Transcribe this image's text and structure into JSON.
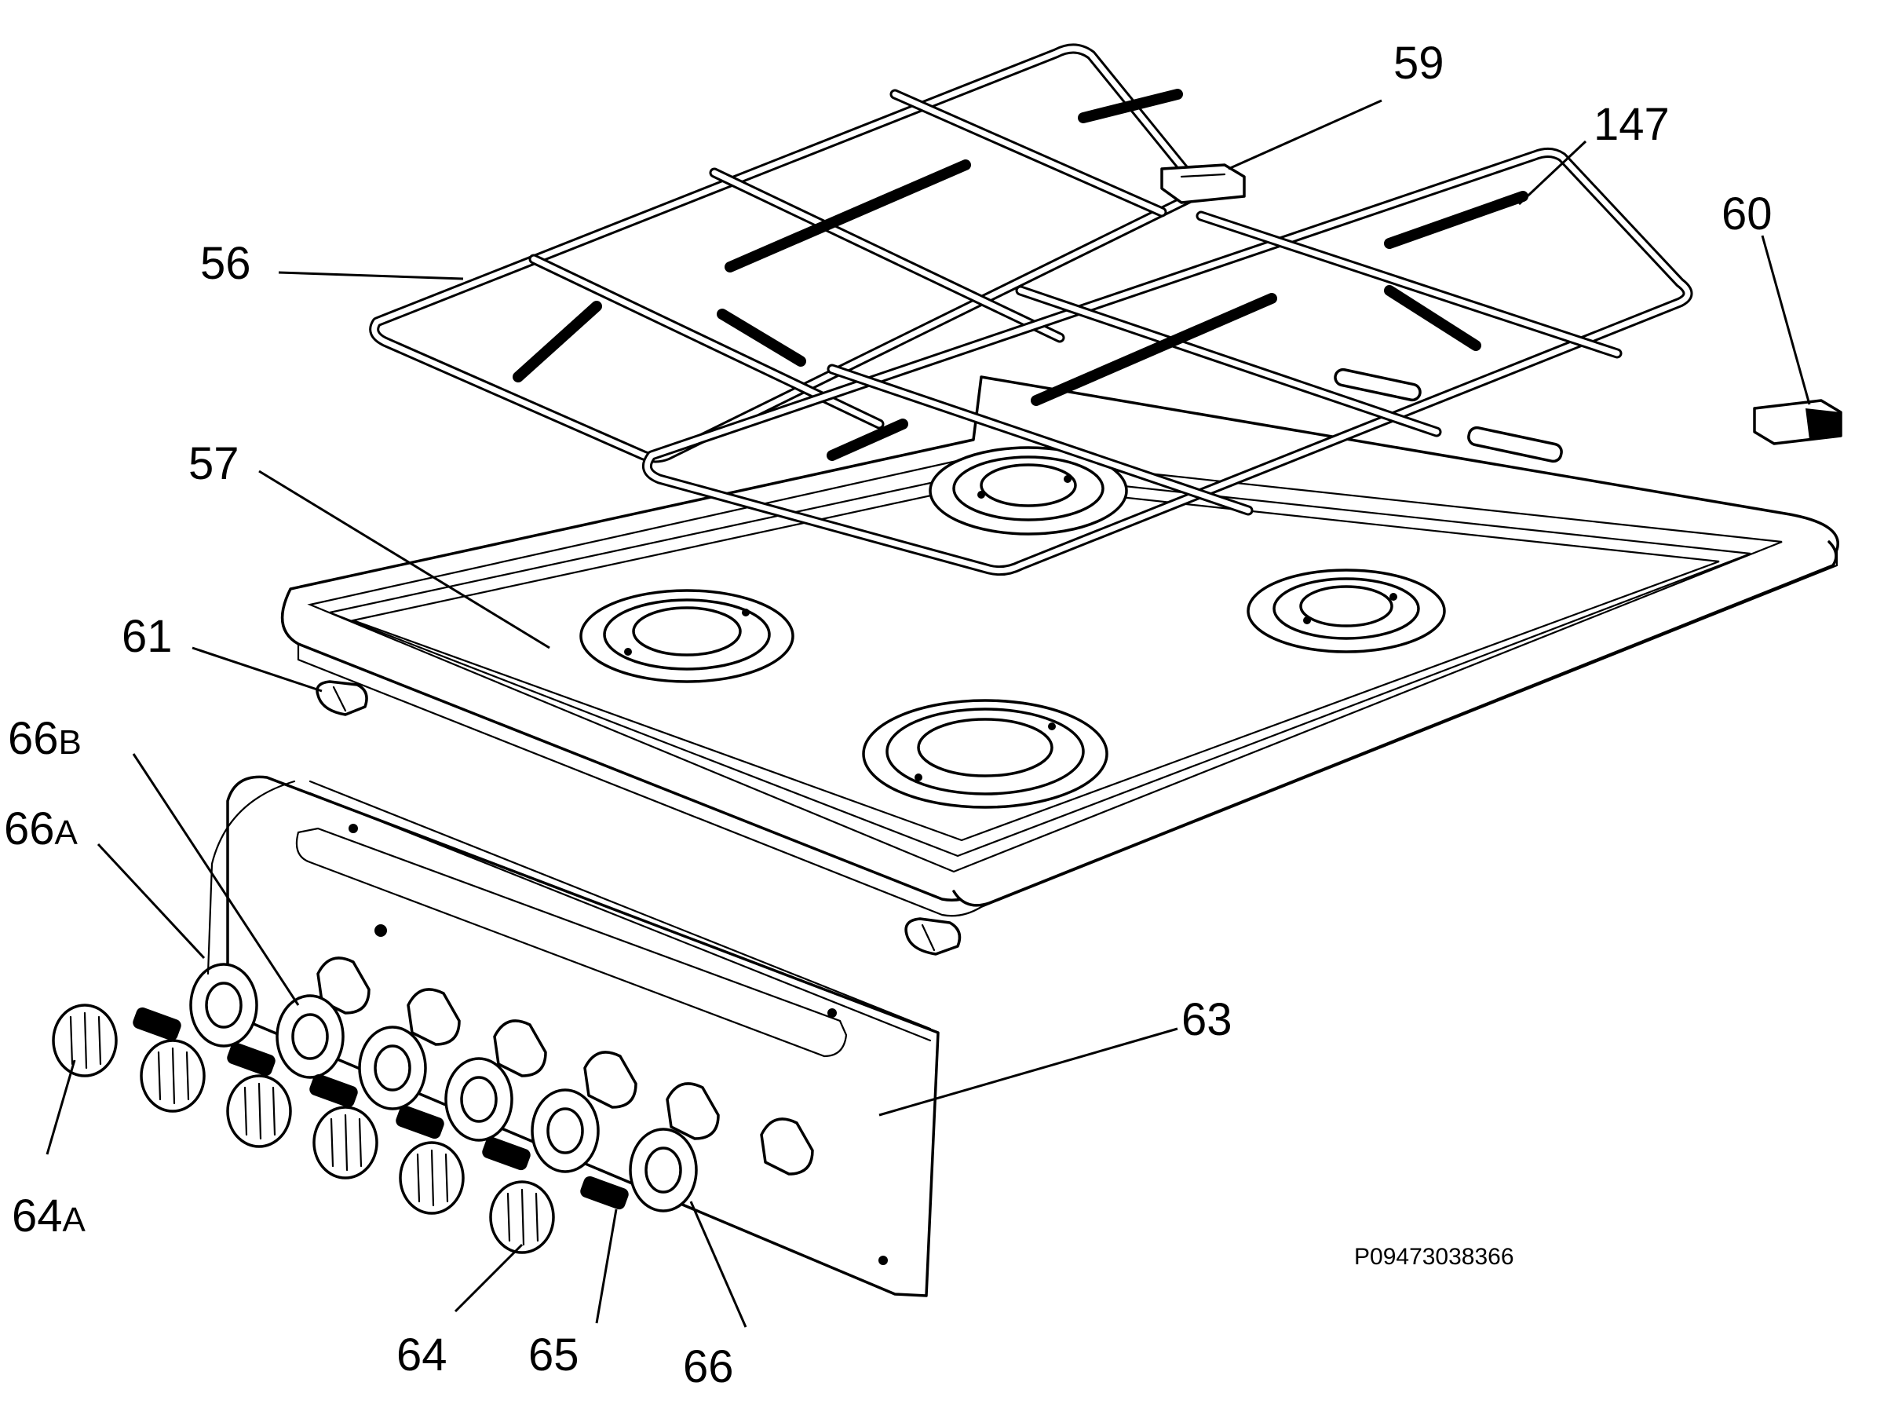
{
  "callouts": {
    "c59": "59",
    "c147": "147",
    "c60": "60",
    "c56": "56",
    "c57": "57",
    "c61": "61",
    "c66b_num": "66",
    "c66b_suffix": "B",
    "c66a_num": "66",
    "c66a_suffix": "A",
    "c63": "63",
    "c64a_num": "64",
    "c64a_suffix": "A",
    "c64": "64",
    "c65": "65",
    "c66": "66"
  },
  "drawing_code": "P09473038366"
}
